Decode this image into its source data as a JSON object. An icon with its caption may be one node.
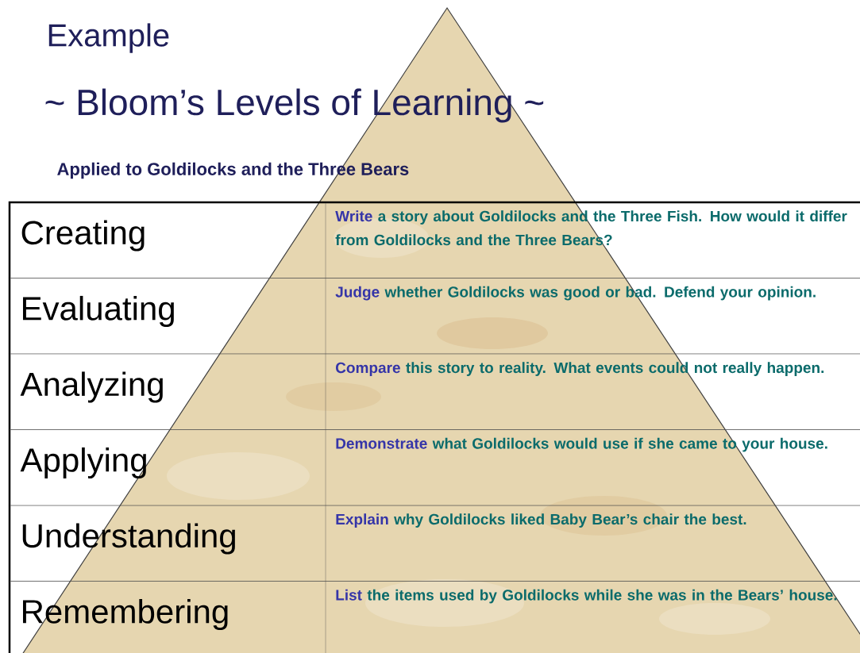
{
  "diagram": {
    "title": "~ Bloom’s Levels of Learning ~",
    "labels": [
      "Example",
      "Applied to  Goldilocks and the Three Bears",
      "Creating",
      "**Write** a story about Goldilocks and the Three Fish. How would it differ from Goldilocks and the Three Bears?",
      "Evaluating",
      "**Judge** whether Goldilocks was good or bad. Defend your opinion.",
      "Analyzing",
      "**Compare** this story to reality. What events could not really happen.",
      "Applying",
      "**Demonstrate** what Goldilocks would use if she came to your house.",
      "Understanding",
      "**Explain** why Goldilocks liked Baby Bear’s chair the best.",
      "Remembering",
      "**List** the items used by Goldilocks while she was in the Bears’ house."
    ]
  }
}
